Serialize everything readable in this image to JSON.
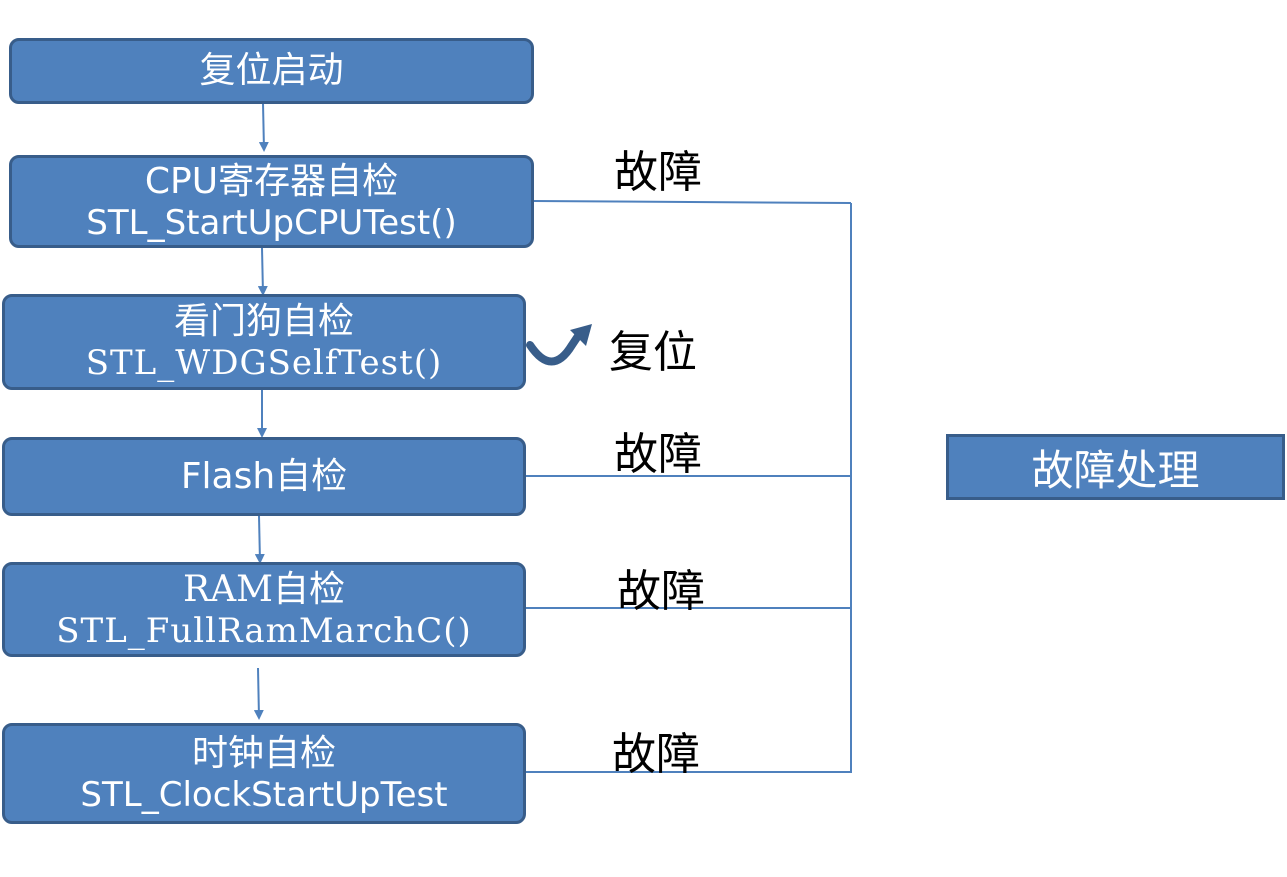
{
  "steps": [
    {
      "line1": "复位启动",
      "line2": ""
    },
    {
      "line1": "CPU寄存器自检",
      "line2": "STL_StartUpCPUTest()"
    },
    {
      "line1": "看门狗自检",
      "line2": "STL_WDGSelfTest()"
    },
    {
      "line1": "Flash自检",
      "line2": ""
    },
    {
      "line1": "RAM自检",
      "line2": "STL_FullRamMarchC()"
    },
    {
      "line1": "时钟自检",
      "line2": "STL_ClockStartUpTest"
    }
  ],
  "fault_labels": [
    "故障",
    "故障",
    "故障",
    "故障"
  ],
  "reset_label": "复位",
  "handler_label": "故障处理",
  "colors": {
    "box_fill": "#4f81bd",
    "box_border": "#385d8a",
    "line": "#4f81bd"
  }
}
